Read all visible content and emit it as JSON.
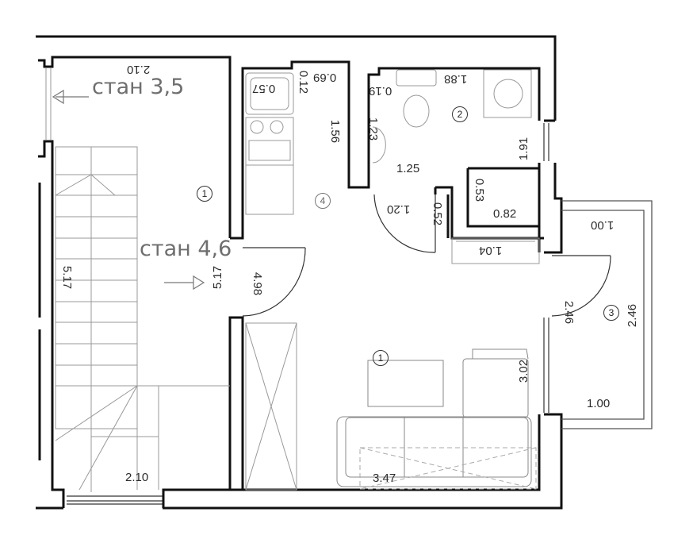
{
  "plan": {
    "type": "apartment floor plan",
    "level_labels": [
      {
        "id": "level-3-5",
        "text": "стан 3,5"
      },
      {
        "id": "level-4-6",
        "text": "стан 4,6"
      }
    ],
    "rooms": [
      {
        "number": "1",
        "name": "staircase / hall"
      },
      {
        "number": "4",
        "name": "kitchen corridor"
      },
      {
        "number": "2",
        "name": "bathroom"
      },
      {
        "number": "3",
        "name": "balcony"
      },
      {
        "number": "1",
        "name": "living room"
      }
    ],
    "dimensions": {
      "stair_top_width": "2.10",
      "stair_bottom_width": "2.10",
      "stair_length": "5.17",
      "entry_length": "5.17",
      "corridor_length": "4.98",
      "sink_width": "0.57",
      "kitchen_offset": "0.12",
      "kitchen_top": "0.69",
      "kitchen_depth": "1.56",
      "bath_offset": "0.19",
      "bath_width_top": "1.88",
      "bath_left": "1.23",
      "bath_bottom": "1.25",
      "bath_right": "1.91",
      "niche_height": "0.53",
      "niche_width": "0.82",
      "hall_width": "1.20",
      "hall_step": "0.52",
      "wardrobe_width": "1.04",
      "balcony_top": "1.00",
      "balcony_bottom": "1.00",
      "balcony_inner_height": "2.46",
      "balcony_height": "2.46",
      "living_height": "3.02",
      "living_width": "3.47"
    },
    "colors": {
      "wall": "#111111",
      "furniture": "#9a9a9a",
      "annotation": "#2b2b2b",
      "level_text": "#6e6e6e"
    }
  }
}
